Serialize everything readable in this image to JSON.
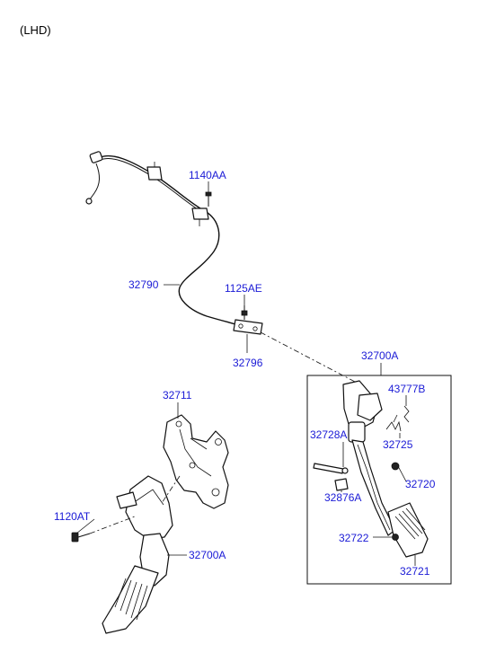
{
  "header": {
    "variant": "(LHD)"
  },
  "callouts": {
    "c_1140AA": "1140AA",
    "c_32790": "32790",
    "c_1125AE": "1125AE",
    "c_32796": "32796",
    "c_32700A_top": "32700A",
    "c_43777B": "43777B",
    "c_32728A": "32728A",
    "c_32725": "32725",
    "c_32720": "32720",
    "c_32876A": "32876A",
    "c_32722": "32722",
    "c_32721": "32721",
    "c_32711": "32711",
    "c_1120AT": "1120AT",
    "c_32700A_bottom": "32700A"
  },
  "colors": {
    "callout": "#1a1ad6",
    "line": "#111111",
    "background": "#ffffff"
  }
}
